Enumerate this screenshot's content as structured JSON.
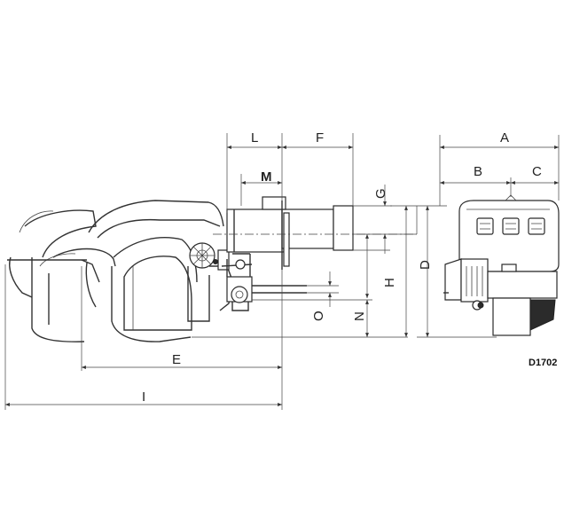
{
  "diagram": {
    "code": "D1702",
    "labels": {
      "A": "A",
      "B": "B",
      "C": "C",
      "D": "D",
      "E": "E",
      "F": "F",
      "G": "G",
      "H": "H",
      "I": "I",
      "L": "L",
      "M": "M",
      "N": "N",
      "O": "O"
    }
  }
}
